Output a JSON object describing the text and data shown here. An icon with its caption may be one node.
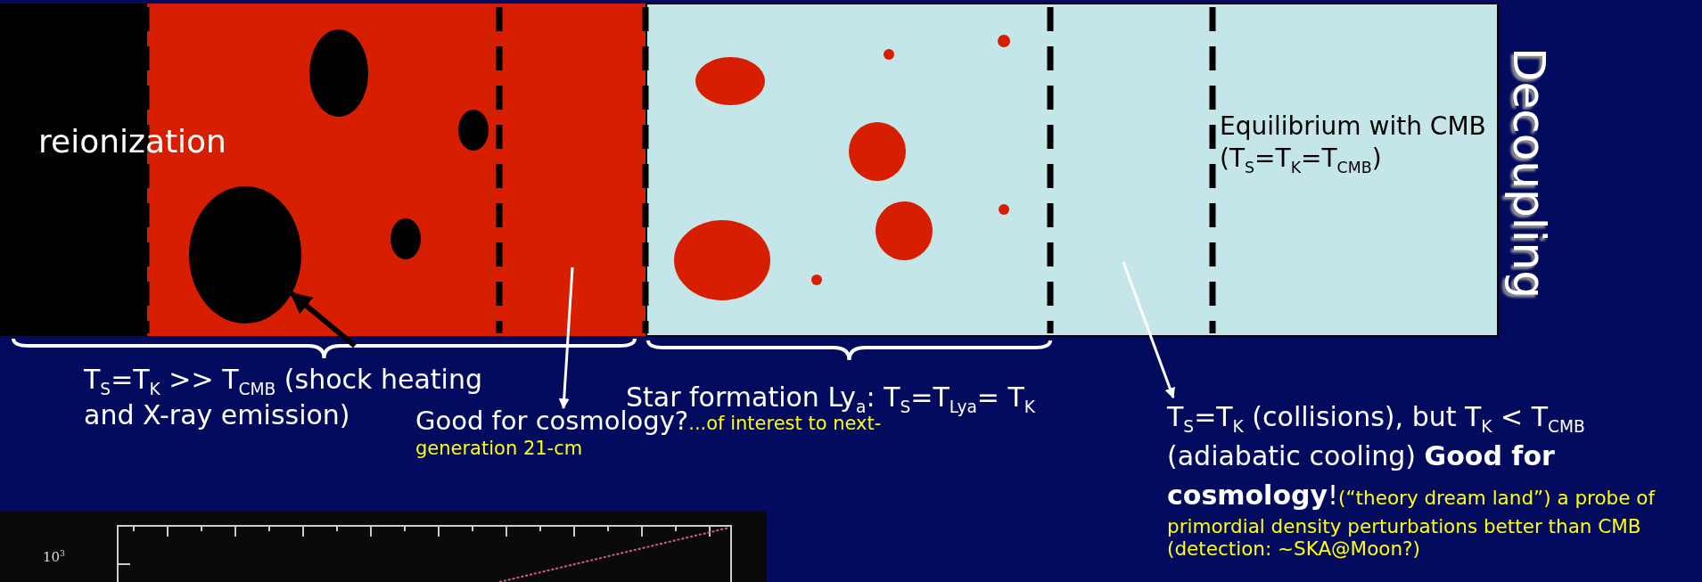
{
  "diagram": {
    "nodes": [
      {
        "text": [],
        "shape": "circle"
      },
      {
        "text": [
          "Good for cosmology?",
          "...of interest to next-generation 21-cm"
        ]
      },
      {
        "text": [
          "T$_{S}$=T$_{K}$ (collisions), but T$_{K}$ < T$_{CMB}$ (adiabatic cooling) **Good for cosmology**!",
          "(“theory dream land”)  a probe of primordial density perturbations better than CMB (detection: ~SKA@Moon?)"
        ]
      }
    ],
    "edges": [
      {
        "from": null,
        "to": 0,
        "arrow": "to",
        "style": "thick",
        "color": "#000000"
      },
      {
        "from": null,
        "to": 1,
        "arrow": "to"
      },
      {
        "from": null,
        "to": 2,
        "arrow": "to"
      }
    ],
    "labels": [
      "reionization",
      "Equilibrium with CMB (T$_{S}$=T$_{K}$=T$_{CMB}$)",
      "Decoupling",
      "T$_{S}$=T$_{K}$ >> T$_{CMB}$ (shock heating and X-ray emission)",
      "Star formation Ly$_{a}$: T$_{S}$=T$_{Lya}$= T$_{K}$",
      "10$^{3}$"
    ]
  }
}
